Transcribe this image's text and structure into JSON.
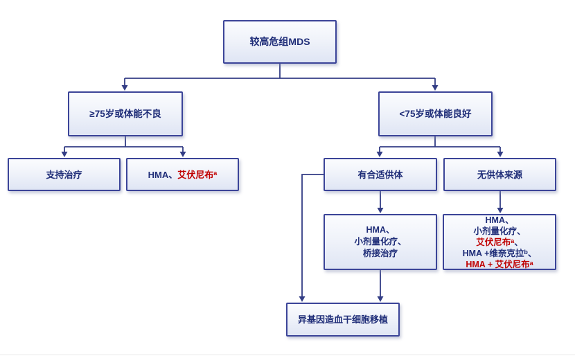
{
  "diagram": {
    "title_node": "较高危组MDS",
    "colors": {
      "node_text_navy": "#1f2d78",
      "highlight_red": "#c00000",
      "node_border": "#3b4498",
      "connector": "#333d85",
      "node_fill_top": "#fbfcfe",
      "node_fill_bottom": "#dfe5f4",
      "footer_line": "#e9e9e9"
    },
    "boxes": {
      "root": {
        "label": "较高危组MDS"
      },
      "elderly": {
        "label": "≥75岁或体能不良"
      },
      "younger": {
        "label": "<75岁或体能良好"
      },
      "supportive": {
        "label": "支持治疗"
      },
      "hma_ivosidenib": {
        "segments": [
          {
            "text": "HMA、",
            "color": "navy"
          },
          {
            "text": "艾伏尼布",
            "color": "red"
          },
          {
            "text": "a",
            "color": "red",
            "sup": true
          }
        ]
      },
      "donor_yes": {
        "label": "有合适供体"
      },
      "donor_no": {
        "label": "无供体来源"
      },
      "bridge": {
        "lines": [
          "HMA、",
          "小剂量化疗、",
          "桥接治疗"
        ]
      },
      "no_donor_tx": {
        "lines": [
          [
            {
              "text": "HMA、",
              "color": "navy"
            }
          ],
          [
            {
              "text": "小剂量化疗、",
              "color": "navy"
            }
          ],
          [
            {
              "text": "艾伏尼布",
              "color": "red"
            },
            {
              "text": "a",
              "color": "red",
              "sup": true
            },
            {
              "text": "、",
              "color": "navy"
            }
          ],
          [
            {
              "text": "HMA +维奈克拉",
              "color": "navy"
            },
            {
              "text": "b",
              "color": "navy",
              "sup": true
            },
            {
              "text": "、",
              "color": "navy"
            }
          ],
          [
            {
              "text": "HMA + 艾伏尼布",
              "color": "red"
            },
            {
              "text": "a",
              "color": "red",
              "sup": true
            }
          ]
        ]
      },
      "transplant": {
        "label": "异基因造血干细胞移植"
      }
    }
  }
}
